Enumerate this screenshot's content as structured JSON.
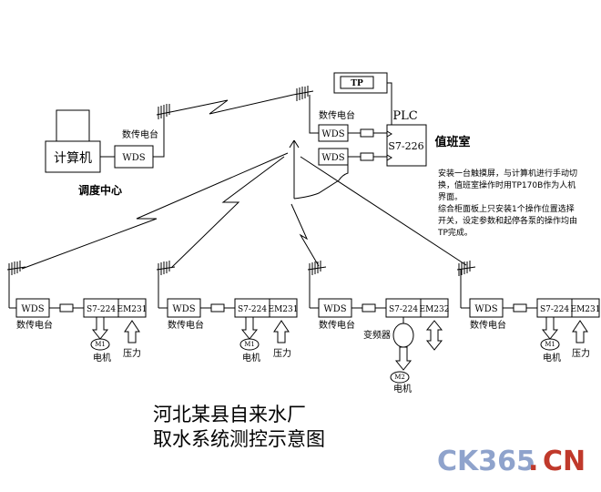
{
  "center": {
    "computer_label": "计算机",
    "wds_label": "WDS",
    "radio_label": "数传电台",
    "caption": "调度中心"
  },
  "duty": {
    "tp_label": "TP",
    "plc_label": "PLC",
    "plc_model": "S7-226",
    "radio_label": "数传电台",
    "wds_top": "WDS",
    "wds_bottom": "WDS",
    "room_label": "值班室"
  },
  "note_lines": [
    "安装一台触摸屏，与计算机进行手动切",
    "换，值班室操作时用TP170B作为人机",
    "界面。",
    "综合柜面板上只安装1个操作位置选择",
    "开关，设定参数和起停各泵的操作均由",
    "TP完成。"
  ],
  "stations": [
    {
      "wds": "WDS",
      "radio": "数传电台",
      "plc": "S7-224",
      "em": "EM231",
      "motor": "M1",
      "motor_label": "电机",
      "pressure": "压力"
    },
    {
      "wds": "WDS",
      "radio": "数传电台",
      "plc": "S7-224",
      "em": "EM231",
      "motor": "M1",
      "motor_label": "电机",
      "pressure": "压力"
    },
    {
      "wds": "WDS",
      "radio": "数传电台",
      "plc": "S7-224",
      "em": "EM232",
      "vfd": "变频器",
      "motor": "M2",
      "motor_label": "电机"
    },
    {
      "wds": "WDS",
      "radio": "数传电台",
      "plc": "S7-224",
      "em": "EM231",
      "motor": "M1",
      "motor_label": "电机",
      "pressure": "压力"
    }
  ],
  "title_lines": [
    "河北某县自来水厂",
    "取水系统测控示意图"
  ],
  "watermark": {
    "left": "CK365",
    "dot": ".",
    "right": "CN",
    "color_left": "#8fa3cc",
    "color_right": "#c0392b"
  }
}
